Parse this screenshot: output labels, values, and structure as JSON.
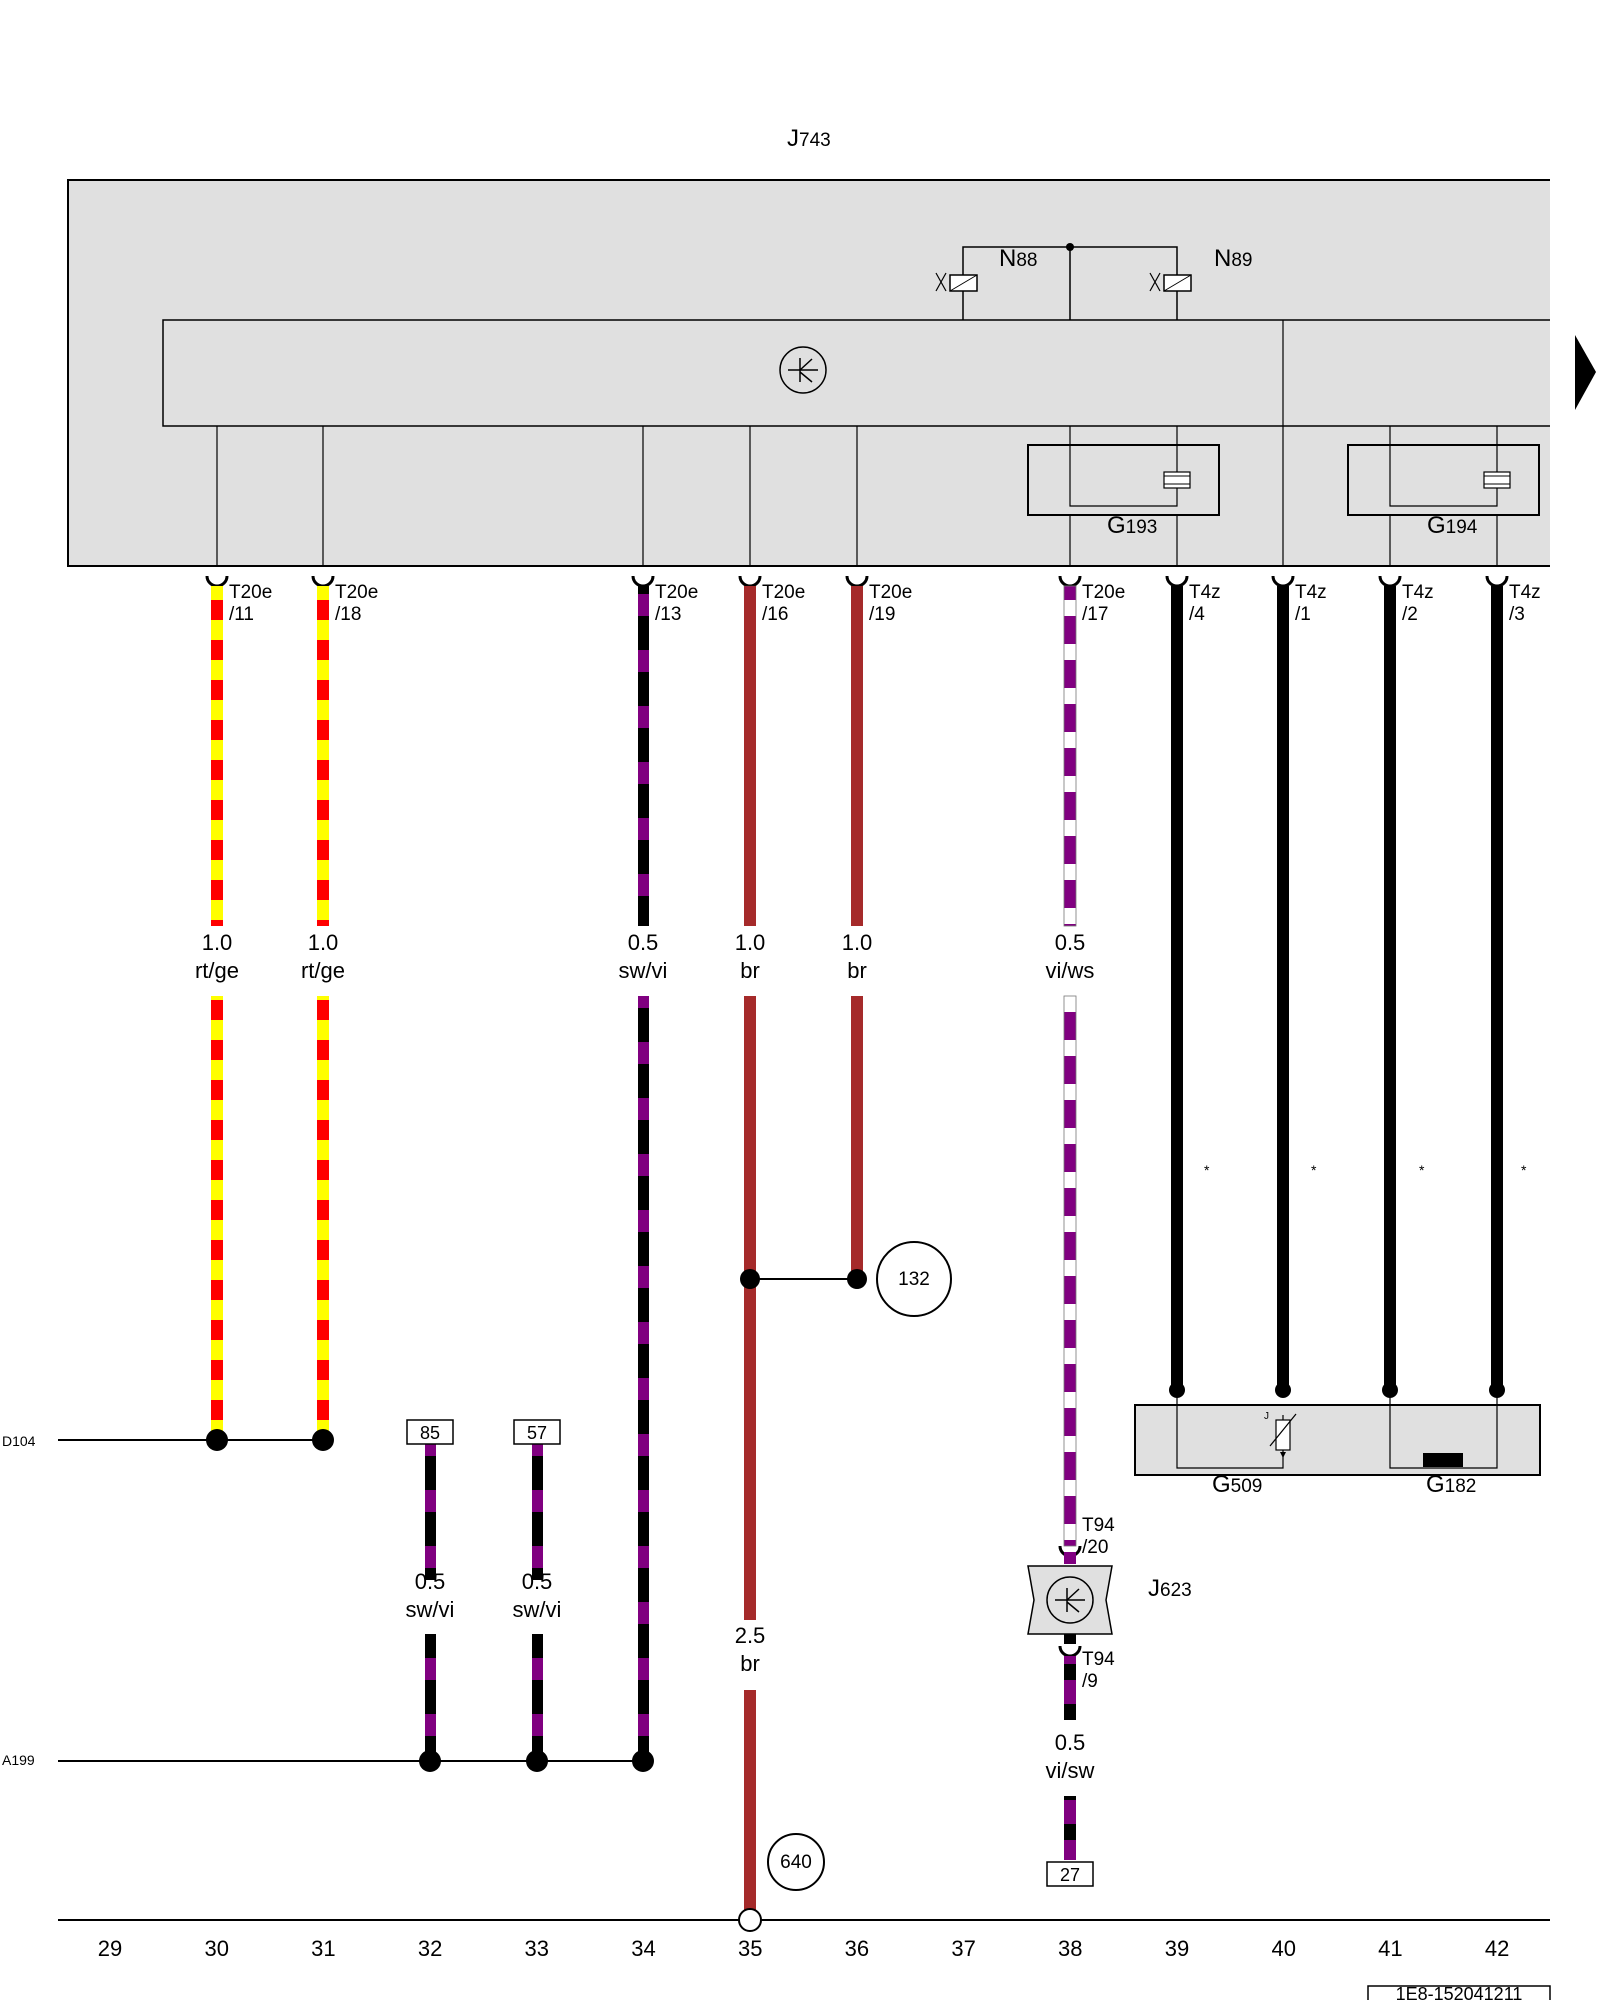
{
  "control_unit": {
    "name": "J",
    "sub": "743"
  },
  "solenoids": [
    {
      "name": "N",
      "sub": "88"
    },
    {
      "name": "N",
      "sub": "89"
    }
  ],
  "sensors_inside": [
    {
      "name": "G",
      "sub": "193"
    },
    {
      "name": "G",
      "sub": "194"
    }
  ],
  "continuation_arrow": "arrow-right-icon",
  "connectors": [
    {
      "code": "T20e",
      "pin": "/11"
    },
    {
      "code": "T20e",
      "pin": "/18"
    },
    {
      "code": "T20e",
      "pin": "/13"
    },
    {
      "code": "T20e",
      "pin": "/16"
    },
    {
      "code": "T20e",
      "pin": "/19"
    },
    {
      "code": "T20e",
      "pin": "/17"
    },
    {
      "code": "T4z",
      "pin": "/4"
    },
    {
      "code": "T4z",
      "pin": "/1"
    },
    {
      "code": "T4z",
      "pin": "/2"
    },
    {
      "code": "T4z",
      "pin": "/3"
    }
  ],
  "wires": [
    {
      "size": "1.0",
      "color": "rt/ge"
    },
    {
      "size": "1.0",
      "color": "rt/ge"
    },
    {
      "size": "0.5",
      "color": "sw/vi"
    },
    {
      "size": "1.0",
      "color": "br"
    },
    {
      "size": "1.0",
      "color": "br"
    },
    {
      "size": "0.5",
      "color": "vi/ws"
    },
    {
      "size": "0.5",
      "color": "sw/vi"
    },
    {
      "size": "0.5",
      "color": "sw/vi"
    },
    {
      "size": "2.5",
      "color": "br"
    },
    {
      "size": "0.5",
      "color": "vi/sw"
    }
  ],
  "shielded_marks": [
    "*",
    "*",
    "*",
    "*"
  ],
  "sensor_box": {
    "items": [
      {
        "name": "G",
        "sub": "509"
      },
      {
        "name": "G",
        "sub": "182"
      }
    ]
  },
  "ecm": {
    "name": "J",
    "sub": "623"
  },
  "ecm_pins": [
    {
      "code": "T94",
      "pin": "/20"
    },
    {
      "code": "T94",
      "pin": "/9"
    }
  ],
  "circle_refs": [
    "132",
    "640"
  ],
  "box_refs": [
    "85",
    "57",
    "27"
  ],
  "bus_refs": [
    "D104",
    "A199"
  ],
  "columns": [
    "29",
    "30",
    "31",
    "32",
    "33",
    "34",
    "35",
    "36",
    "37",
    "38",
    "39",
    "40",
    "41",
    "42"
  ],
  "diagram_id": "1E8-152041211",
  "wire_colors": {
    "rt": "#ff0000",
    "ge": "#ffff00",
    "sw": "#000000",
    "vi": "#800080",
    "ws": "#ffffff",
    "br": "#a52a2a"
  },
  "box_fill": "#e0e0e0"
}
